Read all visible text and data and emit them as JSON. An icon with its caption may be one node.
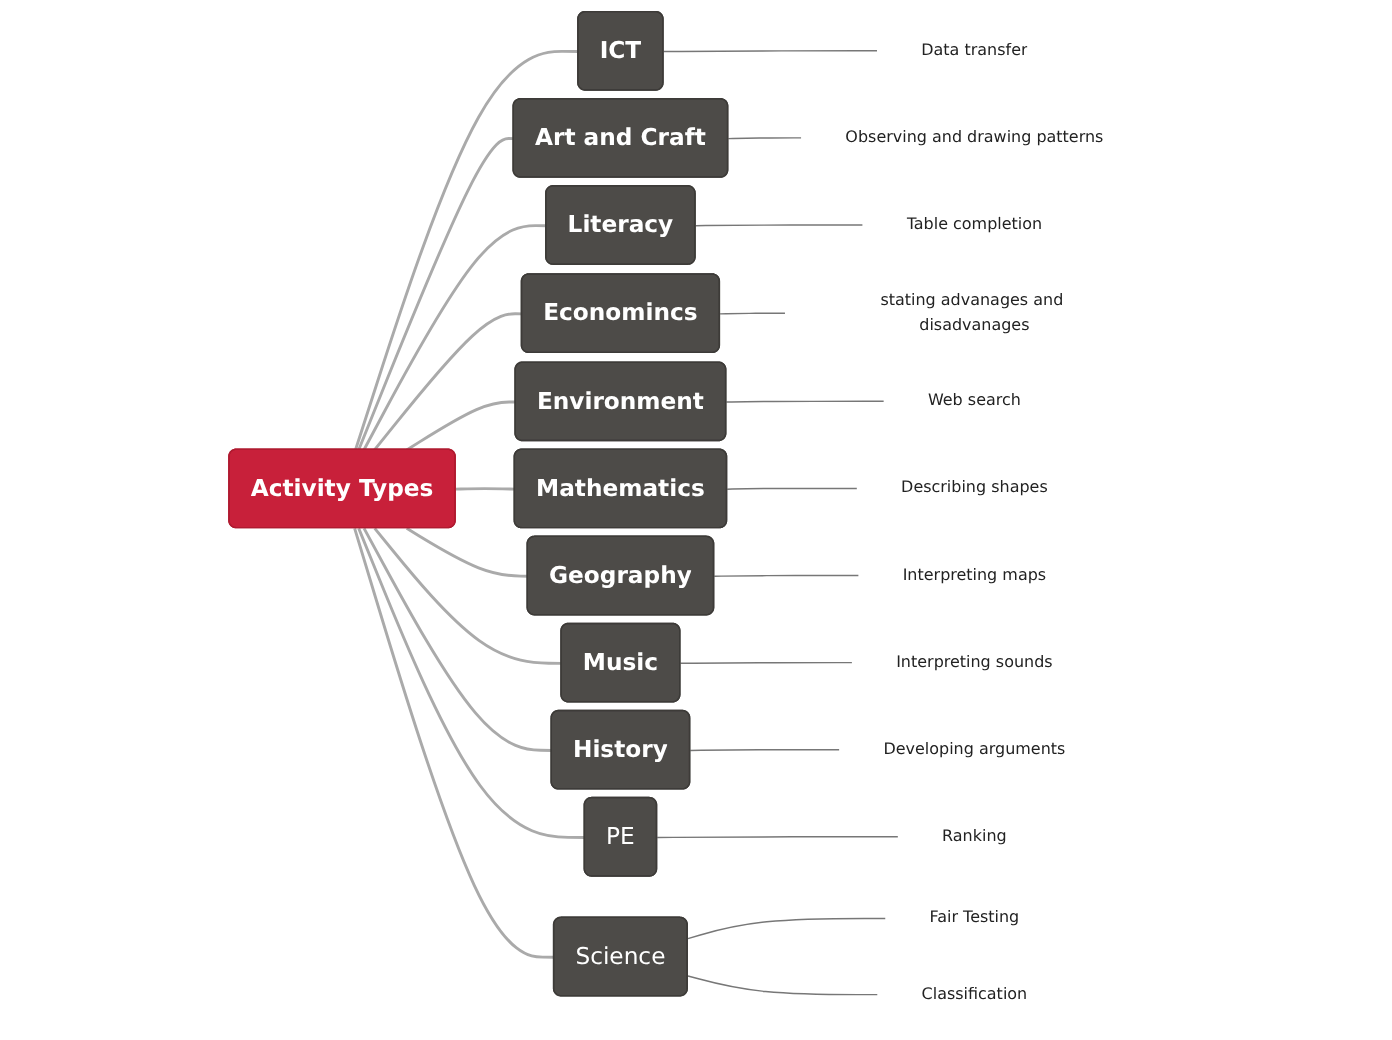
{
  "diagram": {
    "nodes": [
      {
        "text": [
          "Activity Types"
        ]
      },
      {
        "text": [
          "ICT"
        ]
      },
      {
        "text": [
          "Data transfer"
        ]
      },
      {
        "text": [
          "Art and Craft"
        ]
      },
      {
        "text": [
          "Observing and drawing patterns"
        ]
      },
      {
        "text": [
          "Literacy"
        ]
      },
      {
        "text": [
          "Table completion"
        ]
      },
      {
        "text": [
          "Economincs"
        ]
      },
      {
        "text": [
          "stating advanages and disadvanages"
        ]
      },
      {
        "text": [
          "Environment"
        ]
      },
      {
        "text": [
          "Web search"
        ]
      },
      {
        "text": [
          "Mathematics"
        ]
      },
      {
        "text": [
          "Describing shapes"
        ]
      },
      {
        "text": [
          "Geography"
        ]
      },
      {
        "text": [
          "Interpreting maps"
        ]
      },
      {
        "text": [
          "Music"
        ]
      },
      {
        "text": [
          "Interpreting sounds"
        ]
      },
      {
        "text": [
          "History"
        ]
      },
      {
        "text": [
          "Developing arguments"
        ]
      },
      {
        "text": [
          "PE"
        ]
      },
      {
        "text": [
          "Ranking"
        ]
      },
      {
        "text": [
          "Science"
        ]
      },
      {
        "text": [
          "Fair Testing"
        ]
      },
      {
        "text": [
          "Classification"
        ]
      }
    ],
    "edges": [
      {
        "from": 0,
        "to": 1,
        "arrow": "none"
      },
      {
        "from": 1,
        "to": 2,
        "arrow": "none"
      },
      {
        "from": 0,
        "to": 3,
        "arrow": "none"
      },
      {
        "from": 3,
        "to": 4,
        "arrow": "none"
      },
      {
        "from": 0,
        "to": 5,
        "arrow": "none"
      },
      {
        "from": 5,
        "to": 6,
        "arrow": "none"
      },
      {
        "from": 0,
        "to": 7,
        "arrow": "none"
      },
      {
        "from": 7,
        "to": 8,
        "arrow": "none"
      },
      {
        "from": 0,
        "to": 9,
        "arrow": "none"
      },
      {
        "from": 9,
        "to": 10,
        "arrow": "none"
      },
      {
        "from": 0,
        "to": 11,
        "arrow": "none"
      },
      {
        "from": 11,
        "to": 12,
        "arrow": "none"
      },
      {
        "from": 0,
        "to": 13,
        "arrow": "none"
      },
      {
        "from": 13,
        "to": 14,
        "arrow": "none"
      },
      {
        "from": 0,
        "to": 15,
        "arrow": "none"
      },
      {
        "from": 15,
        "to": 16,
        "arrow": "none"
      },
      {
        "from": 0,
        "to": 17,
        "arrow": "none"
      },
      {
        "from": 17,
        "to": 18,
        "arrow": "none"
      },
      {
        "from": 0,
        "to": 19,
        "arrow": "none"
      },
      {
        "from": 19,
        "to": 20,
        "arrow": "none"
      },
      {
        "from": 0,
        "to": 21,
        "arrow": "none"
      },
      {
        "from": 21,
        "to": 22,
        "arrow": "none"
      },
      {
        "from": 21,
        "to": 23,
        "arrow": "none"
      }
    ]
  }
}
